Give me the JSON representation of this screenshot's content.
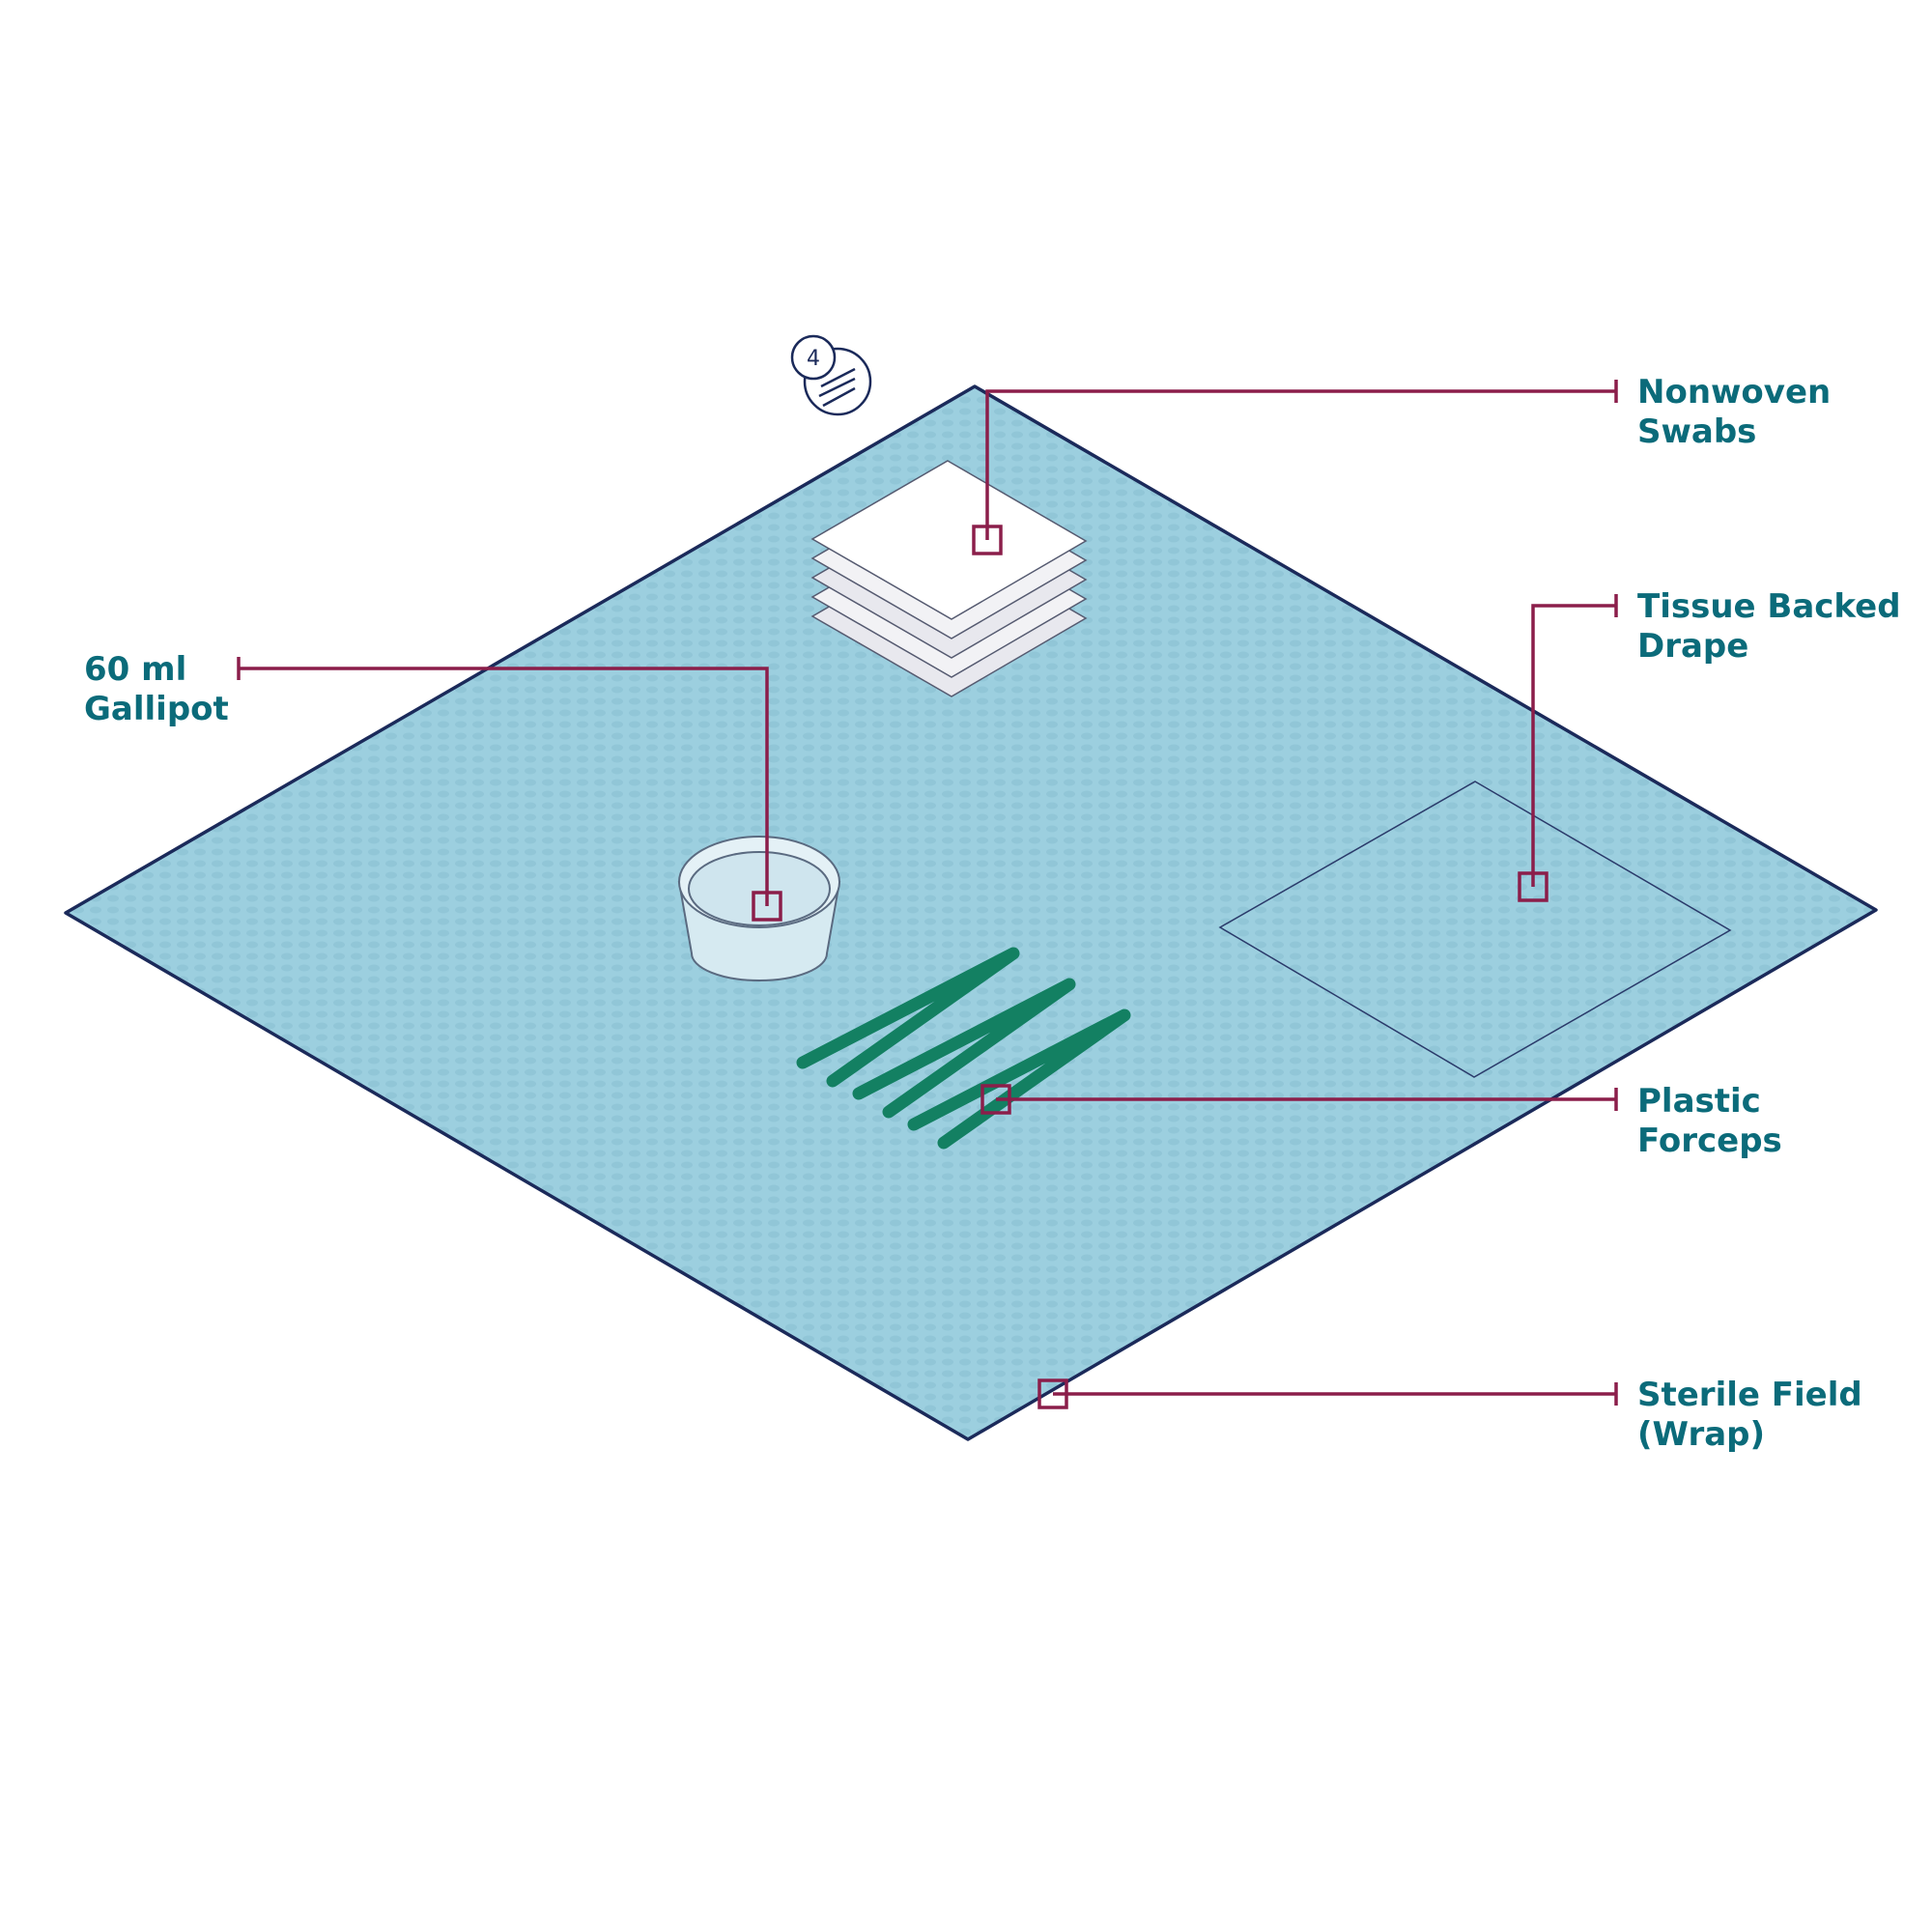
{
  "badge": {
    "count": "4",
    "icon": "swab-stack-icon"
  },
  "labels": {
    "swabs": {
      "line1": "Nonwoven",
      "line2": "Swabs"
    },
    "drape": {
      "line1": "Tissue Backed",
      "line2": "Drape"
    },
    "gallipot": {
      "line1": "60 ml",
      "line2": "Gallipot"
    },
    "forceps": {
      "line1": "Plastic",
      "line2": "Forceps"
    },
    "field": {
      "line1": "Sterile Field",
      "line2": "(Wrap)"
    }
  },
  "colors": {
    "field": "#9ccfdf",
    "outline": "#1b2a5a",
    "leader": "#8b1e4a",
    "text": "#0b6b7a",
    "forceps": "#138062"
  }
}
